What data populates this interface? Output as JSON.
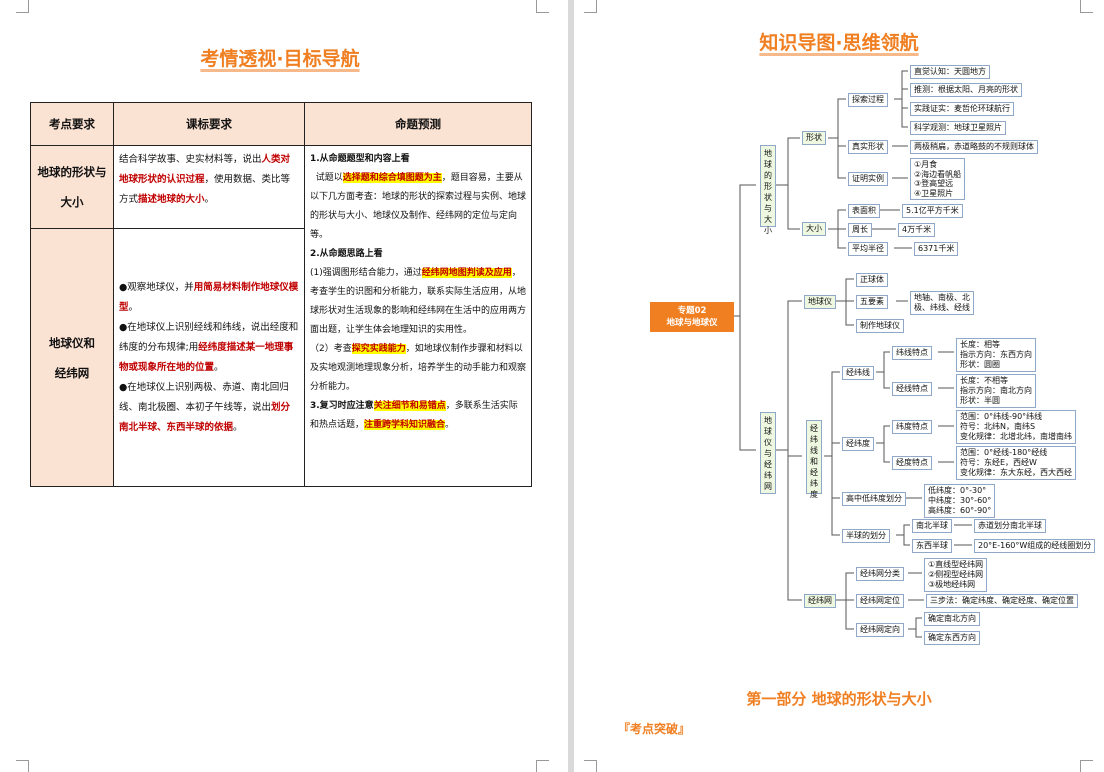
{
  "left": {
    "title": "考情透视·目标导航",
    "table": {
      "headers": [
        "考点要求",
        "课标要求",
        "命题预测"
      ],
      "rows": [
        {
          "topic_lines": [
            "地球的形状与",
            "大小"
          ],
          "req": {
            "a": "结合科学故事、史实材料等，说出",
            "b": "人类对地球形状的认识过程",
            "c": "，使用数据、类比等方式",
            "d": "描述地球的大小",
            "e": "。"
          }
        },
        {
          "topic_lines": [
            "地球仪和",
            "经纬网"
          ],
          "req": {
            "b1a": "●观察地球仪，并",
            "b1b": "用简易材料制作地球仪模型",
            "b1c": "。",
            "b2a": "●在地球仪上识别经线和纬线，说出经度和纬度的分布规律;用",
            "b2b": "经纬度描述某一地理事物或现象所在地的位置",
            "b2c": "。",
            "b3a": "●在地球仪上识别两极、赤道、南北回归线、南北极圈、本初子午线等，说出",
            "b3b": "划分南北半球、东西半球的依据",
            "b3c": "。"
          }
        }
      ],
      "prediction": {
        "h1": "1.从命题题型和内容上看",
        "p1a": "试题以",
        "p1b": "选择题和综合填图题为主",
        "p1c": "，题目容易，主要从以下几方面考查：地球的形状的探索过程与实例、地球的形状与大小、地球仪及制作、经纬网的定位与定向等。",
        "h2": "2.从命题思路上看",
        "p2a": "(1)强调图形结合能力，通过",
        "p2b": "经纬网地图判读及应用",
        "p2c": "，考查学生的识图和分析能力，联系实际生活应用，从地球形状对生活现象的影响和经纬网在生活中的应用两方面出题，让学生体会地理知识的实用性。",
        "p3a": "（2）考查",
        "p3b": "探究实践能力",
        "p3c": "，如地球仪制作步骤和材料以及实地观测地理现象分析，培养学生的动手能力和观察分析能力。",
        "h3": "3.复习时应注意",
        "p4b": "关注细节和易错点",
        "p4c": "，多联系生活实际和热点话题，",
        "p4d": "注重跨学科知识融合",
        "p4e": "。"
      }
    }
  },
  "right": {
    "title": "知识导图·思维领航",
    "mindmap": {
      "root": [
        "专题02",
        "地球与地球仪"
      ],
      "branch1": "地球的形状与大小",
      "branch2": "地球仪与经纬网",
      "xingzhuang": "形状",
      "tansuo": "探索过程",
      "tansuo_items": [
        "直觉认知：天圆地方",
        "推测：根据太阳、月亮的形状",
        "实践证实：麦哲伦环球航行",
        "科学观测：地球卫星照片"
      ],
      "zhenshi": "真实形状",
      "zhenshi_val": "两极稍扁，赤道略鼓的不规则球体",
      "zhengming": "证明实例",
      "zhengming_items": [
        "①月食",
        "②海边看帆船",
        "③登高望远",
        "④卫星照片"
      ],
      "daxiao": "大小",
      "daxiao_items": [
        {
          "k": "表面积",
          "v": "5.1亿平方千米"
        },
        {
          "k": "周长",
          "v": "4万千米"
        },
        {
          "k": "平均半径",
          "v": "6371千米"
        }
      ],
      "diqiuyi": "地球仪",
      "zhengqiuti": "正球体",
      "wuyaosu": "五要素",
      "wuyaosu_val": [
        "地轴、南极、北",
        "极、纬线、经线"
      ],
      "zhizuo": "制作地球仪",
      "jingweidu_v": "经纬线和经纬度",
      "jingweixian": "经纬线",
      "weixian_td": "纬线特点",
      "weixian_vals": [
        "长度：相等",
        "指示方向：东西方向",
        "形状：圆圈"
      ],
      "jingxian_td": "经线特点",
      "jingxian_vals": [
        "长度：不相等",
        "指示方向：南北方向",
        "形状：半圆"
      ],
      "jingweidu": "经纬度",
      "weidu_td": "纬度特点",
      "weidu_vals": [
        "范围：0°纬线-90°纬线",
        "符号：北纬N，南纬S",
        "变化规律：北增北纬，南增南纬"
      ],
      "jingdu_td": "经度特点",
      "jingdu_vals": [
        "范围：0°经线-180°经线",
        "符号：东经E，西经W",
        "变化规律：东大东经，西大西经"
      ],
      "gaozhongdi": "高中低纬度划分",
      "gzd_vals": [
        "低纬度：0°-30°",
        "中纬度：30°-60°",
        "高纬度：60°-90°"
      ],
      "banqiu": "半球的划分",
      "nanbei": "南北半球",
      "nanbei_val": "赤道划分南北半球",
      "dongxi": "东西半球",
      "dongxi_val": "20°E-160°W组成的经线圈划分",
      "jingweiwang": "经纬网",
      "fenlei": "经纬网分类",
      "fenlei_vals": [
        "①直线型经纬网",
        "②侧视型经纬网",
        "③极地经纬网"
      ],
      "dingwei": "经纬网定位",
      "dingwei_val": "三步法：确定纬度、确定经度、确定位置",
      "dingxiang": "经纬网定向",
      "dingxiang_vals": [
        "确定南北方向",
        "确定东西方向"
      ]
    },
    "part_title": "第一部分  地球的形状与大小",
    "kaodian": "『考点突破』"
  }
}
